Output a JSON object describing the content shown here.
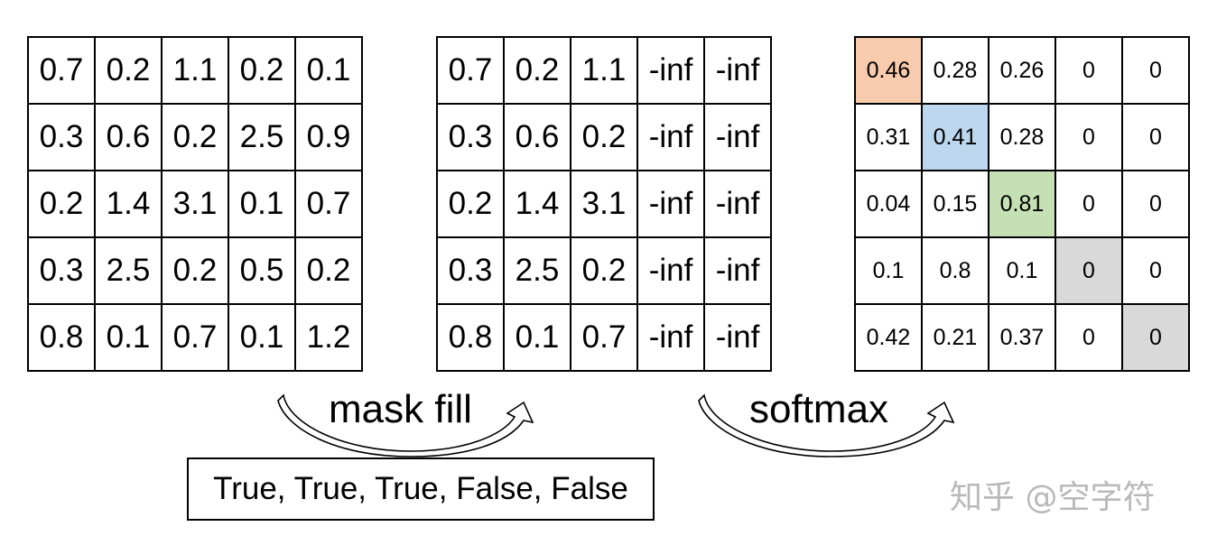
{
  "input_matrix": [
    [
      "0.7",
      "0.2",
      "1.1",
      "0.2",
      "0.1"
    ],
    [
      "0.3",
      "0.6",
      "0.2",
      "2.5",
      "0.9"
    ],
    [
      "0.2",
      "1.4",
      "3.1",
      "0.1",
      "0.7"
    ],
    [
      "0.3",
      "2.5",
      "0.2",
      "0.5",
      "0.2"
    ],
    [
      "0.8",
      "0.1",
      "0.7",
      "0.1",
      "1.2"
    ]
  ],
  "masked_matrix": [
    [
      "0.7",
      "0.2",
      "1.1",
      "-inf",
      "-inf"
    ],
    [
      "0.3",
      "0.6",
      "0.2",
      "-inf",
      "-inf"
    ],
    [
      "0.2",
      "1.4",
      "3.1",
      "-inf",
      "-inf"
    ],
    [
      "0.3",
      "2.5",
      "0.2",
      "-inf",
      "-inf"
    ],
    [
      "0.8",
      "0.1",
      "0.7",
      "-inf",
      "-inf"
    ]
  ],
  "softmax_matrix": [
    [
      "0.46",
      "0.28",
      "0.26",
      "0",
      "0"
    ],
    [
      "0.31",
      "0.41",
      "0.28",
      "0",
      "0"
    ],
    [
      "0.04",
      "0.15",
      "0.81",
      "0",
      "0"
    ],
    [
      "0.1",
      "0.8",
      "0.1",
      "0",
      "0"
    ],
    [
      "0.42",
      "0.21",
      "0.37",
      "0",
      "0"
    ]
  ],
  "highlights": [
    {
      "row": 0,
      "col": 0,
      "color": "#f8cbad"
    },
    {
      "row": 1,
      "col": 1,
      "color": "#bdd7ee"
    },
    {
      "row": 2,
      "col": 2,
      "color": "#c5e0b4"
    },
    {
      "row": 3,
      "col": 3,
      "color": "#d9d9d9"
    },
    {
      "row": 4,
      "col": 4,
      "color": "#d9d9d9"
    }
  ],
  "labels": {
    "mask_fill": "mask fill",
    "softmax": "softmax",
    "mask_values": "True, True, True, False, False",
    "watermark": "知乎 @空字符"
  }
}
